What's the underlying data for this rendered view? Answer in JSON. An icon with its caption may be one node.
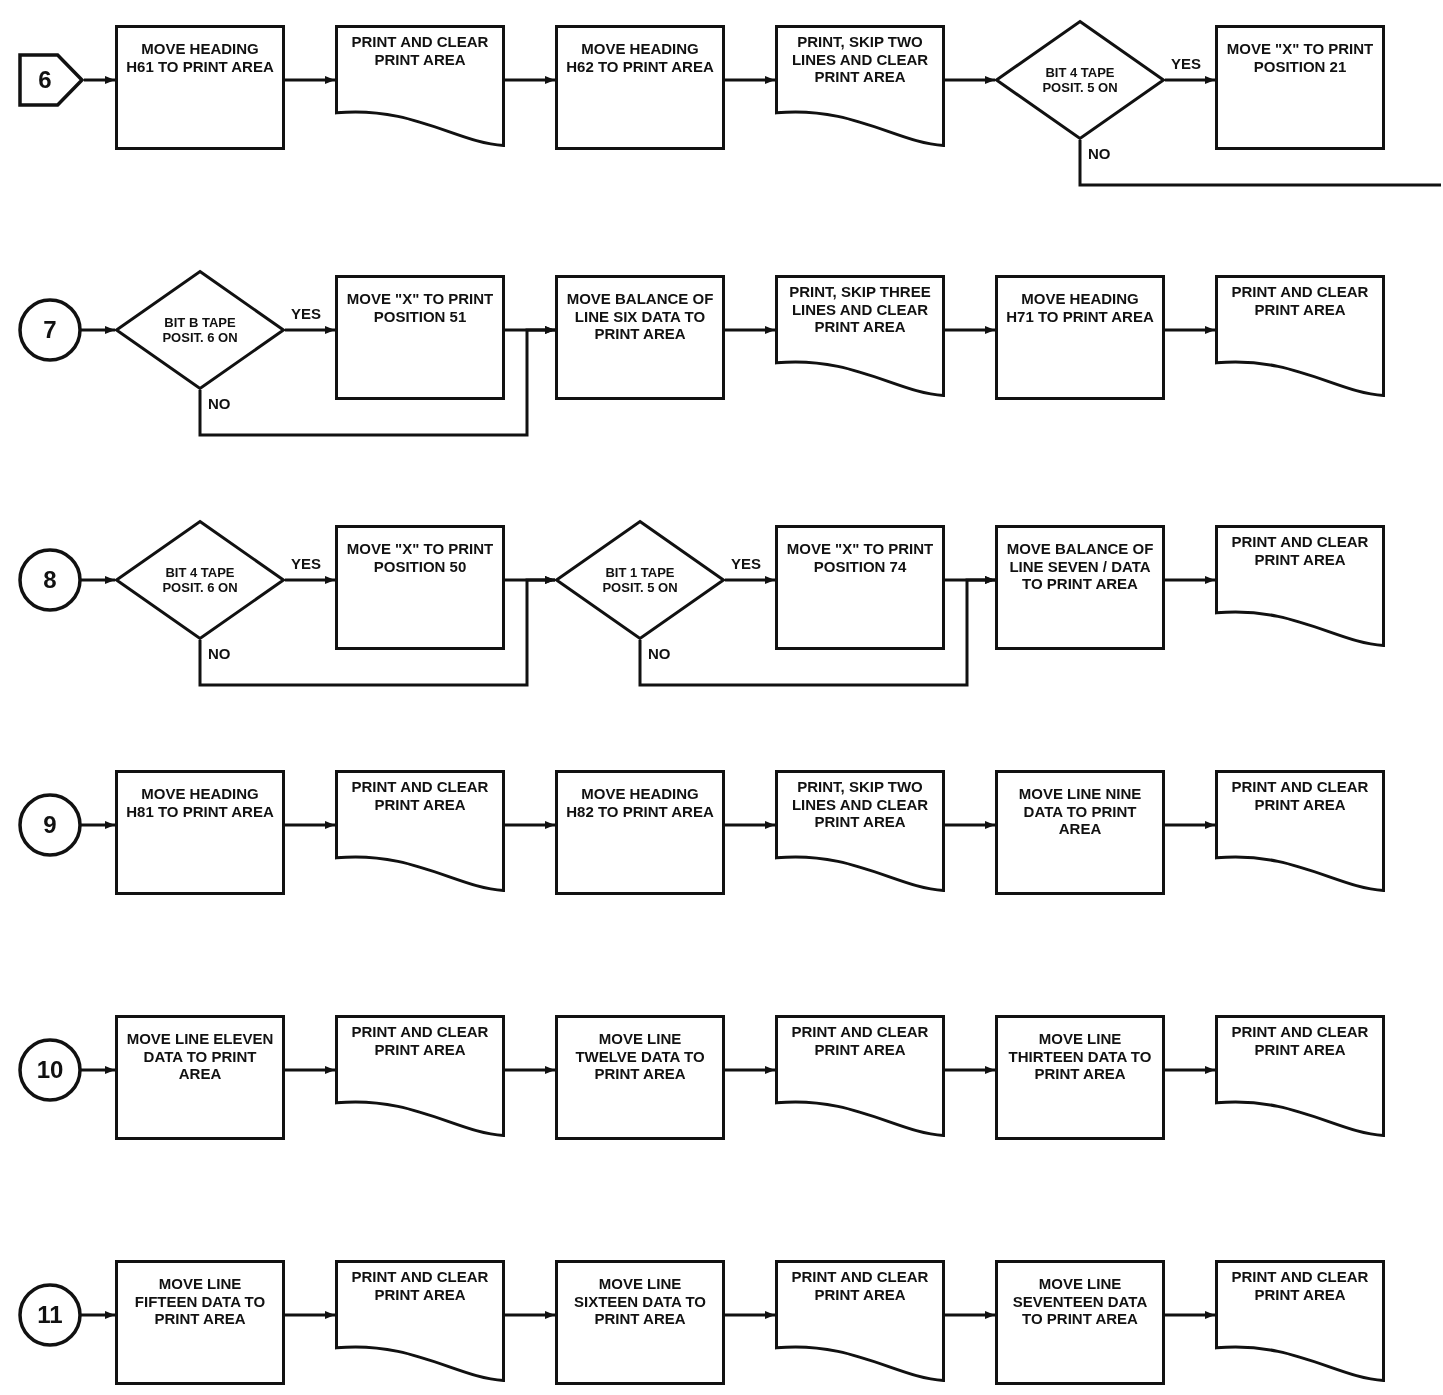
{
  "diagram": {
    "nodes": [
      {
        "text": [
          "6"
        ]
      },
      {
        "text": [
          "MOVE HEADING H61 TO PRINT AREA"
        ]
      },
      {
        "text": [
          "PRINT AND CLEAR PRINT AREA"
        ]
      },
      {
        "text": [
          "MOVE HEADING H62 TO PRINT AREA"
        ]
      },
      {
        "text": [
          "PRINT, SKIP TWO LINES AND CLEAR PRINT AREA"
        ]
      },
      {
        "text": [
          "BIT 4 TAPE POSIT. 5 ON"
        ]
      },
      {
        "text": [
          "MOVE \"X\" TO PRINT POSITION 21"
        ]
      },
      {
        "text": [
          "7"
        ]
      },
      {
        "text": [
          "BIT B TAPE POSIT. 6 ON"
        ]
      },
      {
        "text": [
          "MOVE \"X\" TO PRINT POSITION 51"
        ]
      },
      {
        "text": [
          "MOVE BALANCE OF LINE SIX DATA TO PRINT AREA"
        ]
      },
      {
        "text": [
          "PRINT, SKIP THREE LINES AND CLEAR PRINT AREA"
        ]
      },
      {
        "text": [
          "MOVE HEADING H71 TO PRINT AREA"
        ]
      },
      {
        "text": [
          "PRINT AND CLEAR PRINT AREA"
        ]
      },
      {
        "text": [
          "8"
        ]
      },
      {
        "text": [
          "BIT 4 TAPE POSIT. 6 ON"
        ]
      },
      {
        "text": [
          "MOVE \"X\" TO PRINT POSITION 50"
        ]
      },
      {
        "text": [
          "BIT 1 TAPE POSIT. 5 ON"
        ]
      },
      {
        "text": [
          "MOVE \"X\" TO PRINT POSITION 74"
        ]
      },
      {
        "text": [
          "MOVE BALANCE OF LINE SEVEN / DATA TO PRINT AREA"
        ]
      },
      {
        "text": [
          "PRINT AND CLEAR PRINT AREA"
        ]
      },
      {
        "text": [
          "9"
        ]
      },
      {
        "text": [
          "MOVE HEADING H81 TO PRINT AREA"
        ]
      },
      {
        "text": [
          "PRINT AND CLEAR PRINT AREA"
        ]
      },
      {
        "text": [
          "MOVE HEADING H82 TO PRINT AREA"
        ]
      },
      {
        "text": [
          "PRINT, SKIP TWO LINES AND CLEAR PRINT AREA"
        ]
      },
      {
        "text": [
          "MOVE LINE NINE DATA TO PRINT AREA"
        ]
      },
      {
        "text": [
          "PRINT AND CLEAR PRINT AREA"
        ]
      },
      {
        "text": [
          "10"
        ]
      },
      {
        "text": [
          "MOVE LINE ELEVEN DATA TO PRINT AREA"
        ]
      },
      {
        "text": [
          "PRINT AND CLEAR PRINT AREA"
        ]
      },
      {
        "text": [
          "MOVE LINE TWELVE DATA TO PRINT AREA"
        ]
      },
      {
        "text": [
          "PRINT AND CLEAR PRINT AREA"
        ]
      },
      {
        "text": [
          "MOVE LINE THIRTEEN DATA TO PRINT AREA"
        ]
      },
      {
        "text": [
          "PRINT AND CLEAR PRINT AREA"
        ]
      },
      {
        "text": [
          "11"
        ]
      },
      {
        "text": [
          "MOVE LINE FIFTEEN DATA TO PRINT AREA"
        ]
      },
      {
        "text": [
          "PRINT AND CLEAR PRINT AREA"
        ]
      },
      {
        "text": [
          "MOVE LINE SIXTEEN DATA TO PRINT AREA"
        ]
      },
      {
        "text": [
          "PRINT AND CLEAR PRINT AREA"
        ]
      },
      {
        "text": [
          "MOVE LINE SEVENTEEN DATA TO PRINT AREA"
        ]
      },
      {
        "text": [
          "PRINT AND CLEAR PRINT AREA"
        ]
      }
    ],
    "edges": [
      {
        "from": 0,
        "to": 1,
        "arrow": "to"
      },
      {
        "from": 1,
        "to": 2,
        "arrow": "to"
      },
      {
        "from": 2,
        "to": 3,
        "arrow": "to"
      },
      {
        "from": 3,
        "to": 4,
        "arrow": "to"
      },
      {
        "from": 4,
        "to": 5,
        "arrow": "to"
      },
      {
        "from": 5,
        "to": 6,
        "arrow": "to",
        "label": "YES"
      },
      {
        "from": 5,
        "to": null,
        "arrow": "none",
        "label": "NO"
      },
      {
        "from": 7,
        "to": 8,
        "arrow": "to"
      },
      {
        "from": 8,
        "to": 9,
        "arrow": "to",
        "label": "YES"
      },
      {
        "from": 8,
        "to": 10,
        "arrow": "to",
        "label": "NO"
      },
      {
        "from": 9,
        "to": 10,
        "arrow": "to"
      },
      {
        "from": 10,
        "to": 11,
        "arrow": "to"
      },
      {
        "from": 11,
        "to": 12,
        "arrow": "to"
      },
      {
        "from": 12,
        "to": 13,
        "arrow": "to"
      },
      {
        "from": 14,
        "to": 15,
        "arrow": "to"
      },
      {
        "from": 15,
        "to": 16,
        "arrow": "to",
        "label": "YES"
      },
      {
        "from": 15,
        "to": 17,
        "arrow": "to",
        "label": "NO"
      },
      {
        "from": 16,
        "to": 17,
        "arrow": "to"
      },
      {
        "from": 17,
        "to": 18,
        "arrow": "to",
        "label": "YES"
      },
      {
        "from": 17,
        "to": 19,
        "arrow": "to",
        "label": "NO"
      },
      {
        "from": 18,
        "to": 19,
        "arrow": "to"
      },
      {
        "from": 19,
        "to": 20,
        "arrow": "to"
      },
      {
        "from": 21,
        "to": 22,
        "arrow": "to"
      },
      {
        "from": 22,
        "to": 23,
        "arrow": "to"
      },
      {
        "from": 23,
        "to": 24,
        "arrow": "to"
      },
      {
        "from": 24,
        "to": 25,
        "arrow": "to"
      },
      {
        "from": 25,
        "to": 26,
        "arrow": "to"
      },
      {
        "from": 26,
        "to": 27,
        "arrow": "to"
      },
      {
        "from": 28,
        "to": 29,
        "arrow": "to"
      },
      {
        "from": 29,
        "to": 30,
        "arrow": "to"
      },
      {
        "from": 30,
        "to": 31,
        "arrow": "to"
      },
      {
        "from": 31,
        "to": 32,
        "arrow": "to"
      },
      {
        "from": 32,
        "to": 33,
        "arrow": "to"
      },
      {
        "from": 33,
        "to": 34,
        "arrow": "to"
      },
      {
        "from": 35,
        "to": 36,
        "arrow": "to"
      },
      {
        "from": 36,
        "to": 37,
        "arrow": "to"
      },
      {
        "from": 37,
        "to": 38,
        "arrow": "to"
      },
      {
        "from": 38,
        "to": 39,
        "arrow": "to"
      },
      {
        "from": 39,
        "to": 40,
        "arrow": "to"
      },
      {
        "from": 40,
        "to": 41,
        "arrow": "to"
      }
    ]
  }
}
